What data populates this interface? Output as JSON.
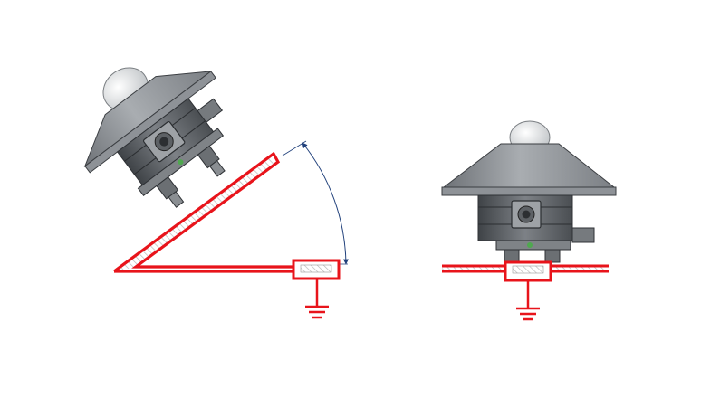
{
  "figure": {
    "views": [
      {
        "name": "tilted-mounting",
        "tilt_angle_deg": 30
      },
      {
        "name": "horizontal-mounting",
        "tilt_angle_deg": 0
      }
    ]
  },
  "icons": {
    "sensor": "pyranometer-icon",
    "ground": "ground-symbol-icon",
    "angle": "angle-dimension-icon"
  },
  "colors": {
    "mount_outline": "#e8141b",
    "dimension_line": "#1f3f7a",
    "shade_dark": "#55595e",
    "shade_mid": "#8f9398",
    "shade_light": "#c9ccce",
    "dome": "#eef0f1"
  }
}
